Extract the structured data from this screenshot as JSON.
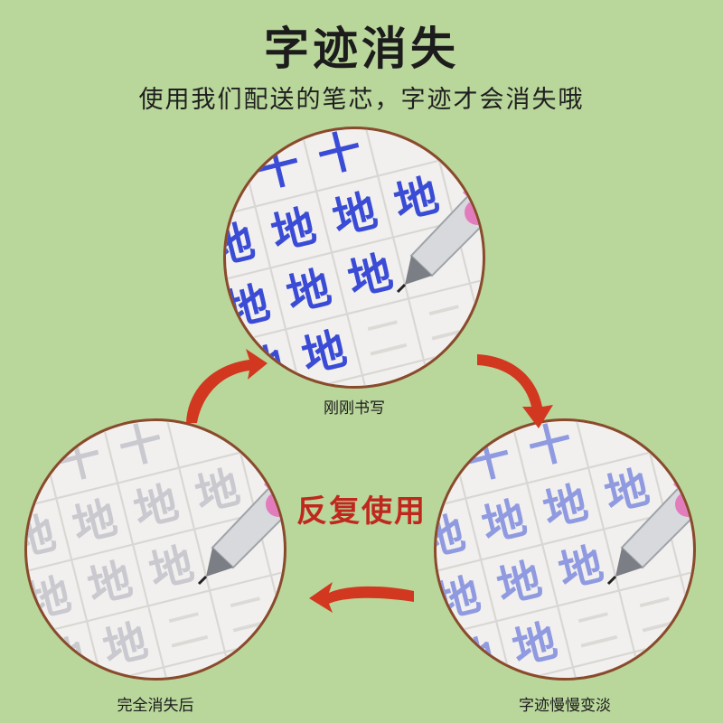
{
  "header": {
    "title": "字迹消失",
    "subtitle": "使用我们配送的笔芯，字迹才会消失哦"
  },
  "steps": {
    "top": {
      "caption": "刚刚书写",
      "ink_color": "#3a4bd6"
    },
    "right": {
      "caption": "字迹慢慢变淡",
      "ink_color": "#8f9ae0"
    },
    "left": {
      "caption": "完全消失后",
      "ink_color": "#c9c9cf"
    }
  },
  "center": {
    "label": "反复使用"
  },
  "practice_chars": {
    "main": "地",
    "top": "十",
    "bottom": "二"
  },
  "colors": {
    "background": "#b9d69b",
    "accent": "#c0271d",
    "circle_border": "#8a4a2c",
    "pen_pink": "#e889c6"
  },
  "icons": [
    "curved-arrow-icon",
    "pen-icon"
  ]
}
